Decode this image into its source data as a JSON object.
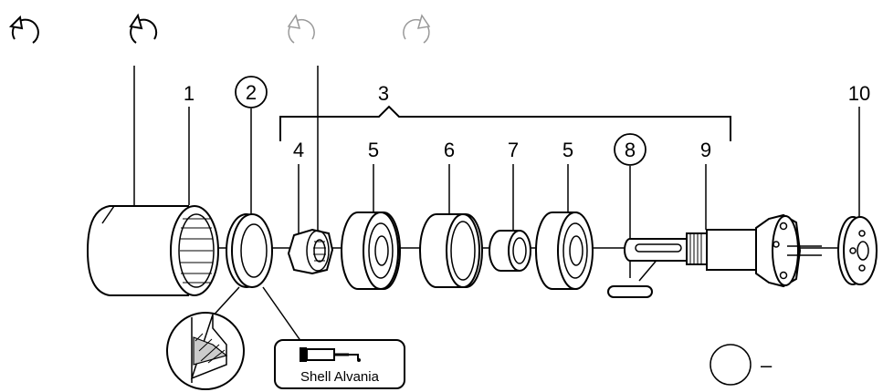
{
  "diagram": {
    "part_labels": {
      "p1": "1",
      "p2": "2",
      "p3": "3",
      "p4": "4",
      "p5a": "5",
      "p6": "6",
      "p7": "7",
      "p5b": "5",
      "p8": "8",
      "p9": "9",
      "p10": "10"
    },
    "grease_label": "Shell Alvania",
    "legend_text": "–",
    "rotation_icons": [
      "rotate-clockwise-icon",
      "rotate-counterclockwise-icon",
      "rotate-counterclockwise-icon",
      "rotate-clockwise-icon"
    ]
  }
}
